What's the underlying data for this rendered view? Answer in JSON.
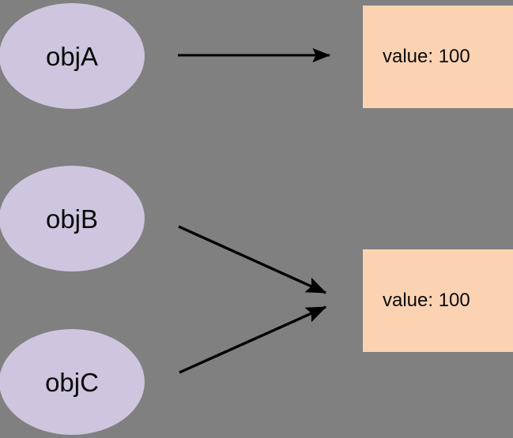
{
  "diagram": {
    "background_color": "#808080",
    "node_fill_color": "#CEC6DE",
    "box_fill_color": "#FBD3B2",
    "arrow_color": "#000000",
    "nodes": [
      {
        "id": "objA",
        "label": "objA"
      },
      {
        "id": "objB",
        "label": "objB"
      },
      {
        "id": "objC",
        "label": "objC"
      }
    ],
    "boxes": [
      {
        "id": "value-box-top",
        "label": "value: 100"
      },
      {
        "id": "value-box-bottom",
        "label": "value: 100"
      }
    ],
    "edges": [
      {
        "from": "objA",
        "to": "value-box-top"
      },
      {
        "from": "objB",
        "to": "value-box-bottom"
      },
      {
        "from": "objC",
        "to": "value-box-bottom"
      }
    ]
  }
}
